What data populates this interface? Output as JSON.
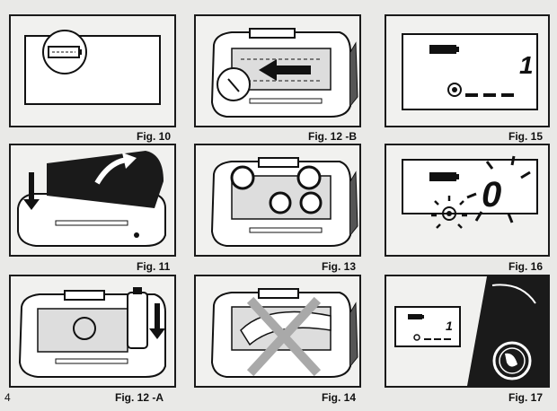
{
  "page_number": "4",
  "figures": {
    "fig10": "Fig. 10",
    "fig12b": "Fig. 12 -B",
    "fig15": "Fig. 15",
    "fig11": "Fig. 11",
    "fig13": "Fig. 13",
    "fig16": "Fig. 16",
    "fig12a": "Fig. 12 -A",
    "fig14": "Fig. 14",
    "fig17": "Fig. 17"
  },
  "displays": {
    "fig15_counter": "1",
    "fig16_counter": "0",
    "fig17_counter": "1"
  },
  "icons": [
    "battery-icon",
    "self-timer-icon",
    "arrow-icon",
    "cross-icon"
  ]
}
